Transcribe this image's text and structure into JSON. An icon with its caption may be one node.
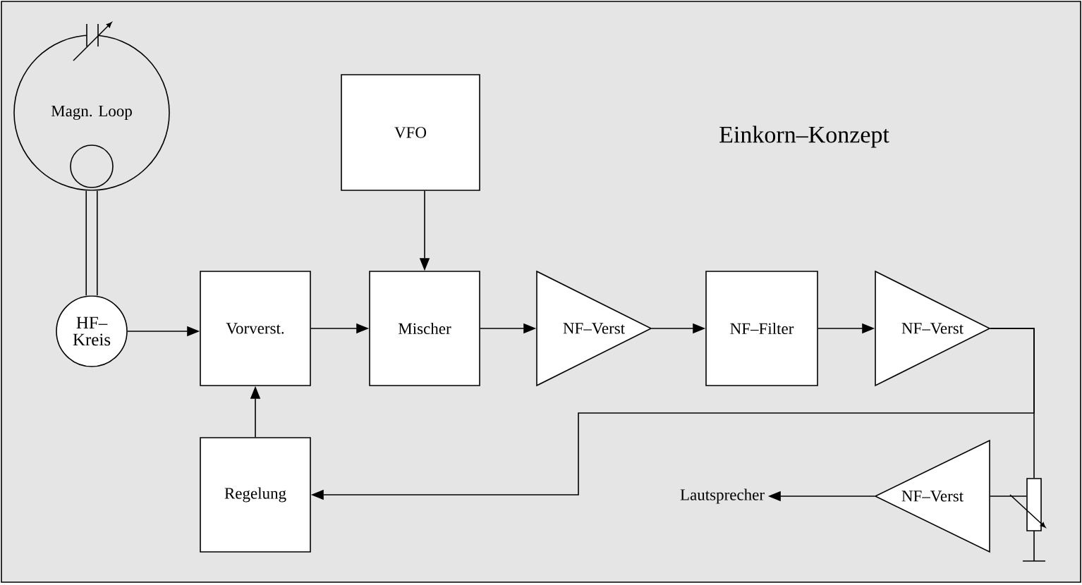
{
  "diagram": {
    "title": "Einkorn–Konzept",
    "nodes": [
      {
        "text": [
          "Magn. Loop"
        ]
      },
      {
        "text": [
          "HF– Kreis"
        ]
      },
      {
        "text": [
          "Vorverst."
        ]
      },
      {
        "text": [
          "VFO"
        ]
      },
      {
        "text": [
          "Mischer"
        ]
      },
      {
        "text": [
          "NF–Verst"
        ]
      },
      {
        "text": [
          "NF–Filter"
        ]
      },
      {
        "text": [
          "NF–Verst"
        ]
      },
      {
        "text": [
          "Regelung"
        ]
      },
      {
        "text": [],
        "shape": "resistor"
      },
      {
        "text": [
          "NF–Verst"
        ]
      },
      {
        "text": [
          "Lautsprecher"
        ]
      }
    ],
    "edges": [
      {
        "from": 0,
        "to": 1,
        "arrow": "none",
        "style": "thick"
      },
      {
        "from": 1,
        "to": 2,
        "arrow": "to"
      },
      {
        "from": 2,
        "to": 4,
        "arrow": "to"
      },
      {
        "from": 3,
        "to": 4,
        "arrow": "to"
      },
      {
        "from": 4,
        "to": 5,
        "arrow": "to"
      },
      {
        "from": 5,
        "to": 6,
        "arrow": "to"
      },
      {
        "from": 6,
        "to": 7,
        "arrow": "to"
      },
      {
        "from": 7,
        "to": 8,
        "arrow": "to"
      },
      {
        "from": 7,
        "to": 9,
        "arrow": "none"
      },
      {
        "from": 8,
        "to": 2,
        "arrow": "to"
      },
      {
        "from": 9,
        "to": 10,
        "arrow": "none"
      },
      {
        "from": 10,
        "to": 11,
        "arrow": "to"
      }
    ]
  }
}
